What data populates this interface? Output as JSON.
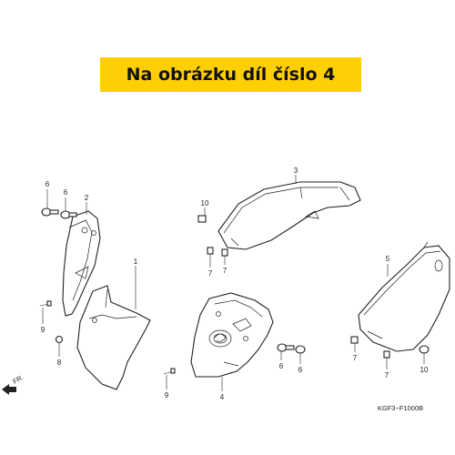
{
  "banner": {
    "text": "Na obrázku díl číslo 4",
    "color": "#ffcf06"
  },
  "callouts": {
    "c1": "1",
    "c2": "2",
    "c3": "3",
    "c4": "4",
    "c5": "5",
    "c6a": "6",
    "c6b": "6",
    "c6c": "6",
    "c6d": "6",
    "c7a": "7",
    "c7b": "7",
    "c7c": "7",
    "c7d": "7",
    "c8": "8",
    "c9a": "9",
    "c9b": "9",
    "c10a": "10",
    "c10b": "10"
  },
  "direction_label": "FR.",
  "diagram_code": "KGF3−F1000B",
  "icons": [
    "front-direction-arrow-icon",
    "screw-icon",
    "clip-icon"
  ]
}
